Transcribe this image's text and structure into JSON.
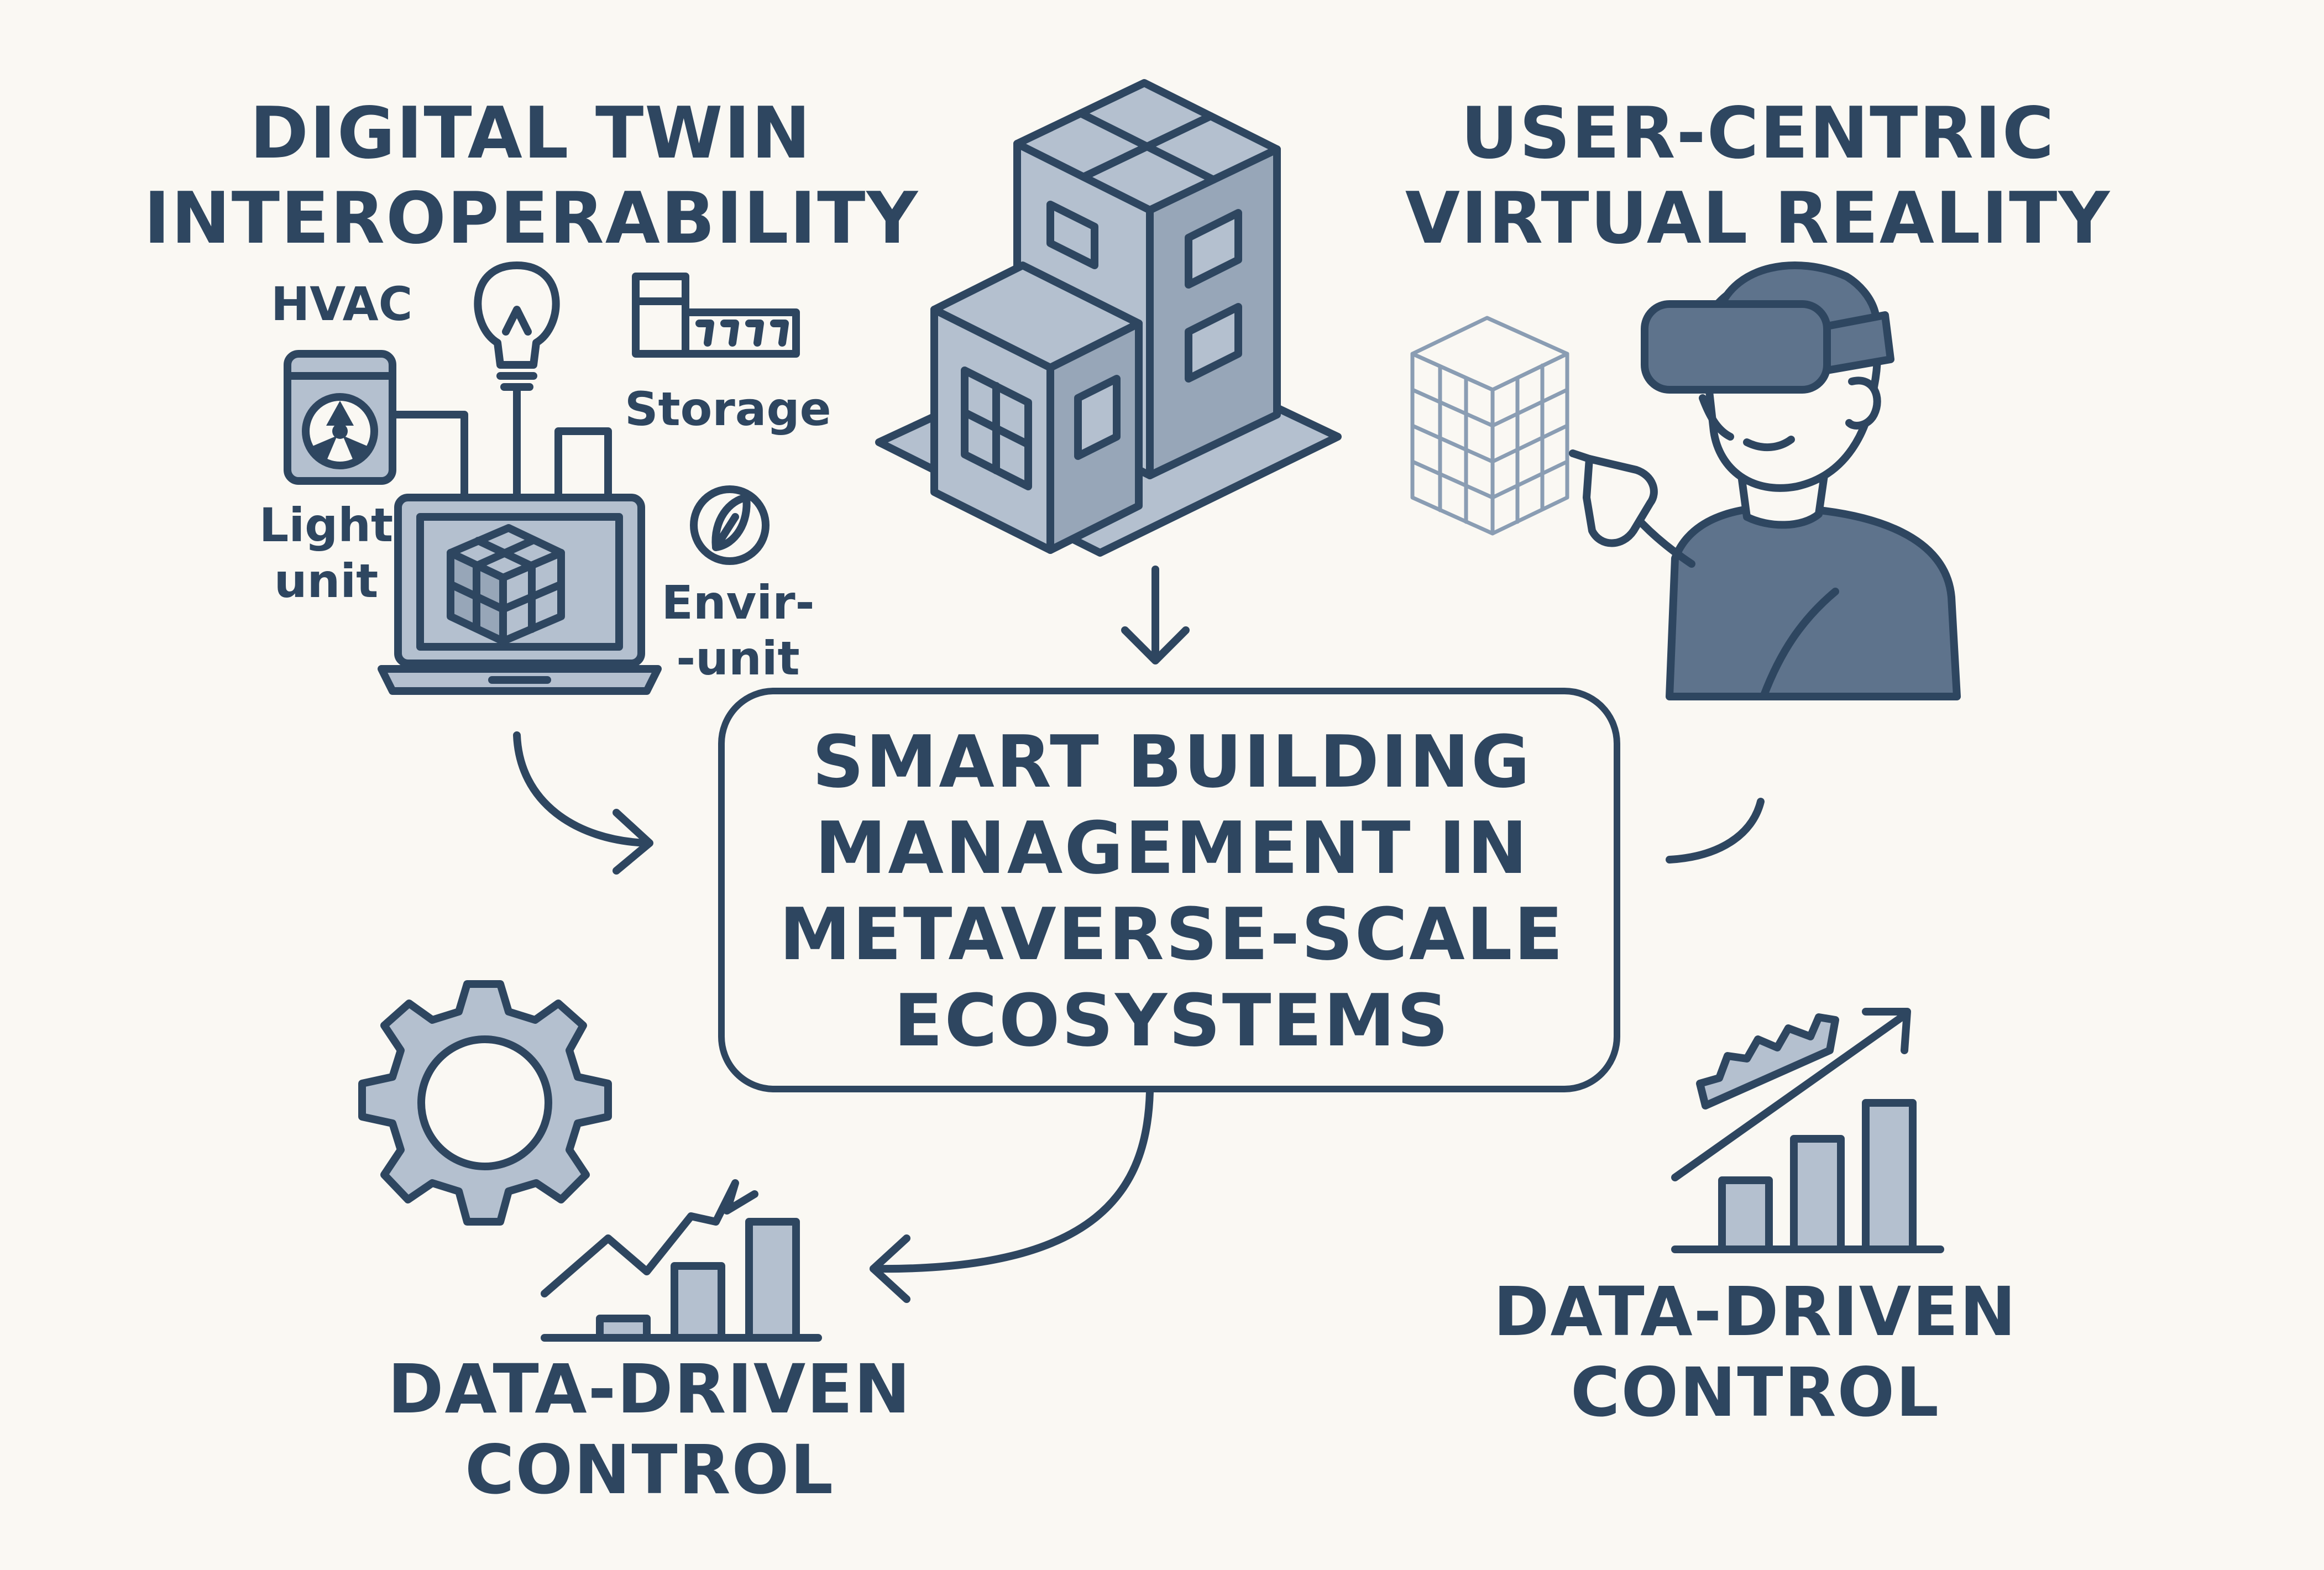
{
  "titles": {
    "digital_twin": [
      "DIGITAL TWIN",
      "INTEROPERABILITY"
    ],
    "user_vr": [
      "USER-CENTRIC",
      "VIRTUAL REALITY"
    ],
    "center": [
      "SMART BUILDING",
      "MANAGEMENT IN",
      "METAVERSE-SCALE",
      "ECOSYSTEMS"
    ],
    "data_control_left": [
      "DATA-DRIVEN",
      "CONTROL"
    ],
    "data_control_right": [
      "DATA-DRIVEN",
      "CONTROL"
    ]
  },
  "device_labels": {
    "hvac": "HVAC",
    "storage": "Storage",
    "light": [
      "Light",
      "unit"
    ],
    "envir": [
      "Envir-",
      "-unit"
    ]
  },
  "colors": {
    "ink": "#2e4660",
    "fill_light": "#b4c0cf",
    "fill_mid": "#97a6b8",
    "fill_dark": "#5e738c",
    "background": "#faf8f3"
  }
}
